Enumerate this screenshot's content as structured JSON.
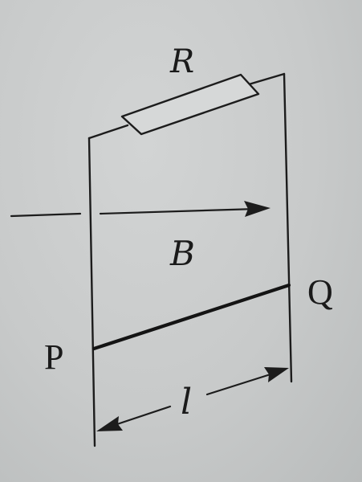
{
  "labels": {
    "resistor": "R",
    "field": "B",
    "point_p": "P",
    "point_q": "Q",
    "length": "l"
  }
}
